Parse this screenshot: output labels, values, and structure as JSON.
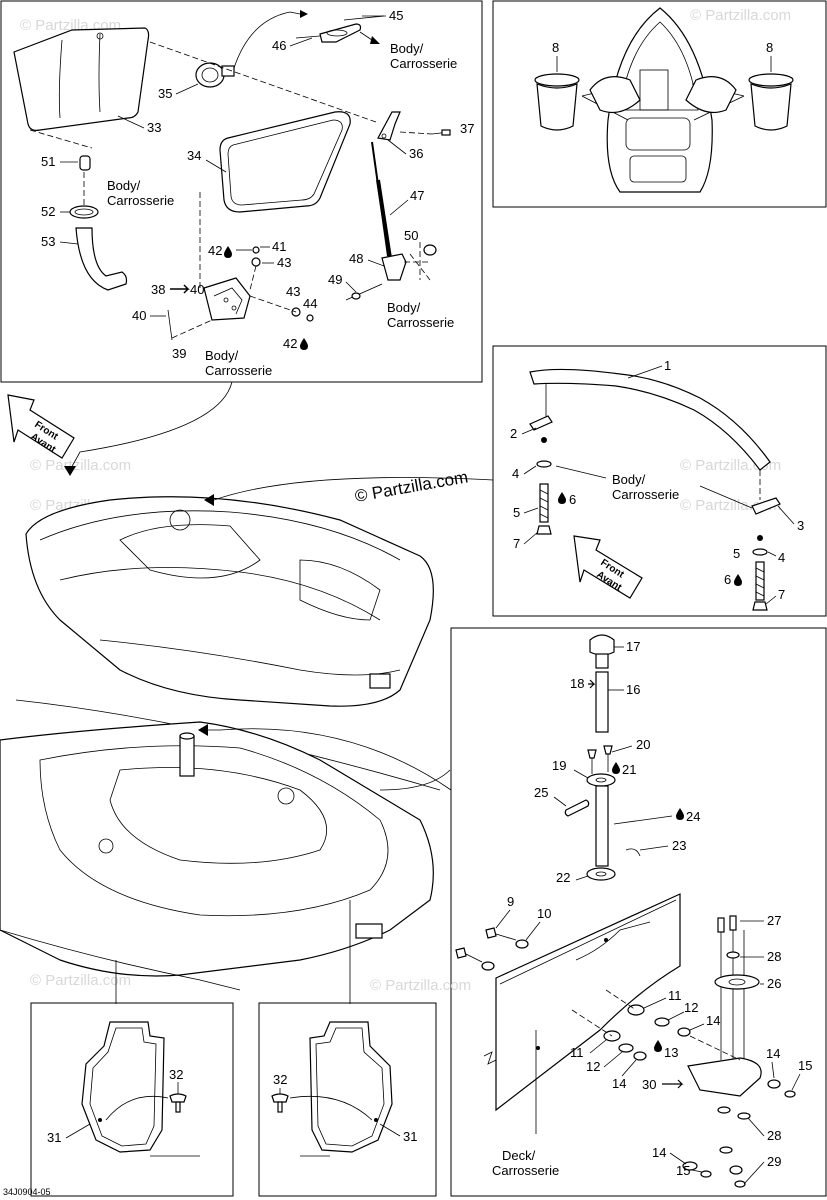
{
  "watermark": {
    "main": "© Partzilla.com",
    "faint": "© Partzilla.com"
  },
  "diagram_code": "34J0904-05",
  "direction": {
    "front": "Front",
    "avant": "Avant"
  },
  "labels": {
    "body": "Body/",
    "carrosserie": "Carrosserie",
    "deck": "Deck/",
    "deck_carrosserie": "Carrosserie"
  },
  "callouts": {
    "c1": "1",
    "c2": "2",
    "c3": "3",
    "c4": "4",
    "c4b": "4",
    "c5": "5",
    "c5b": "5",
    "c6": "6",
    "c6b": "6",
    "c7": "7",
    "c7b": "7",
    "c8a": "8",
    "c8b": "8",
    "c9": "9",
    "c10": "10",
    "c11a": "11",
    "c11b": "11",
    "c12a": "12",
    "c12b": "12",
    "c13": "13",
    "c14a": "14",
    "c14b": "14",
    "c14c": "14",
    "c14d": "14",
    "c15a": "15",
    "c15b": "15",
    "c16": "16",
    "c17": "17",
    "c18": "18",
    "c19": "19",
    "c20": "20",
    "c21": "21",
    "c22": "22",
    "c23": "23",
    "c24": "24",
    "c25": "25",
    "c26": "26",
    "c27": "27",
    "c28a": "28",
    "c28b": "28",
    "c29": "29",
    "c30": "30",
    "c31a": "31",
    "c31b": "31",
    "c32a": "32",
    "c32b": "32",
    "c33": "33",
    "c34": "34",
    "c35": "35",
    "c36": "36",
    "c37": "37",
    "c38": "38",
    "c38to": "40",
    "c39": "39",
    "c40": "40",
    "c41": "41",
    "c42a": "42",
    "c42b": "42",
    "c43a": "43",
    "c43b": "43",
    "c44": "44",
    "c45": "45",
    "c46": "46",
    "c47": "47",
    "c48": "48",
    "c49": "49",
    "c50": "50",
    "c51": "51",
    "c52": "52",
    "c53": "53"
  }
}
